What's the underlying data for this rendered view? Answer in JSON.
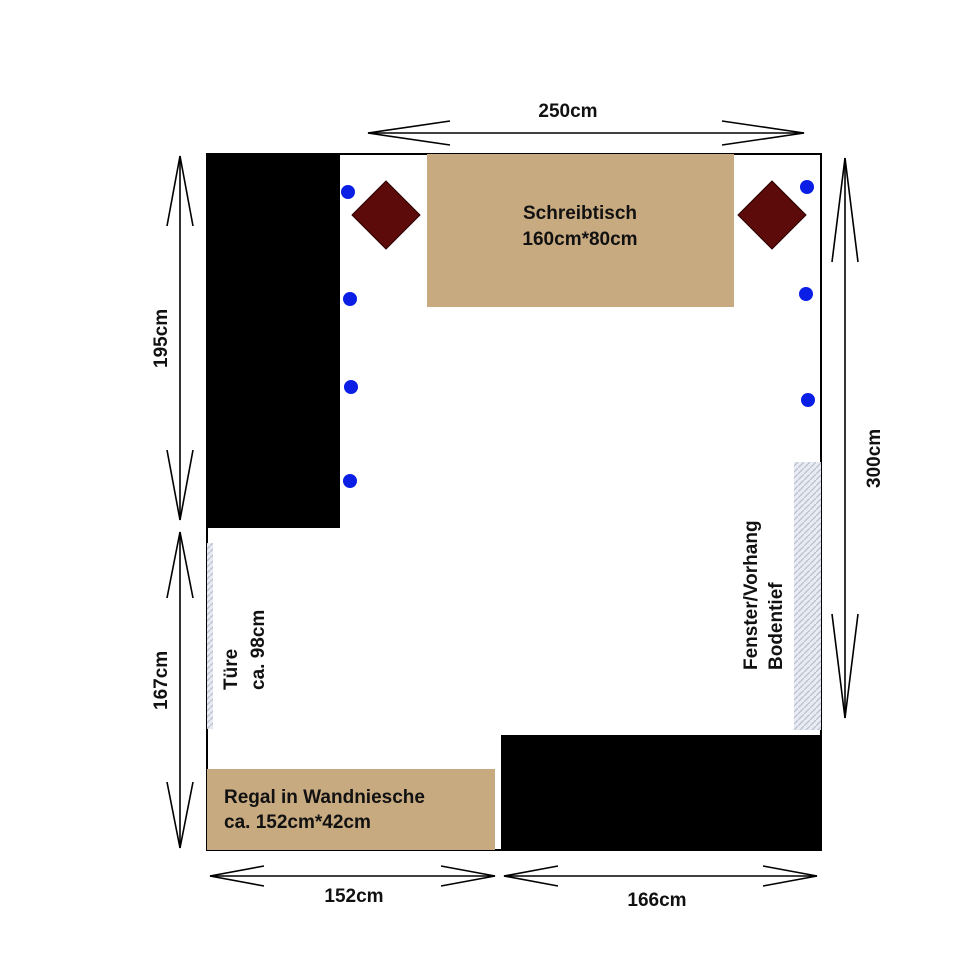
{
  "dimensions": {
    "top_width": "250cm",
    "left_upper": "195cm",
    "left_lower": "167cm",
    "right_height": "300cm",
    "bottom_left": "152cm",
    "bottom_right": "166cm"
  },
  "furniture": {
    "desk": {
      "line1": "Schreibtisch",
      "line2": "160cm*80cm",
      "color": "#c8aa80"
    },
    "shelf": {
      "line1": "Regal in Wandniesche",
      "line2": "ca. 152cm*42cm",
      "color": "#c8aa80"
    },
    "door": {
      "line1": "Türe",
      "line2": "ca. 98cm"
    },
    "window": {
      "line1": "Fenster/Vorhang",
      "line2": "Bodentief"
    }
  },
  "colors": {
    "blocks": "#000000",
    "speakers": "#5c0a0a",
    "lights": "#0a1ee6",
    "opening": "#c4cad8"
  },
  "icons": [
    "speaker-diamond-icon",
    "light-dot-icon"
  ]
}
